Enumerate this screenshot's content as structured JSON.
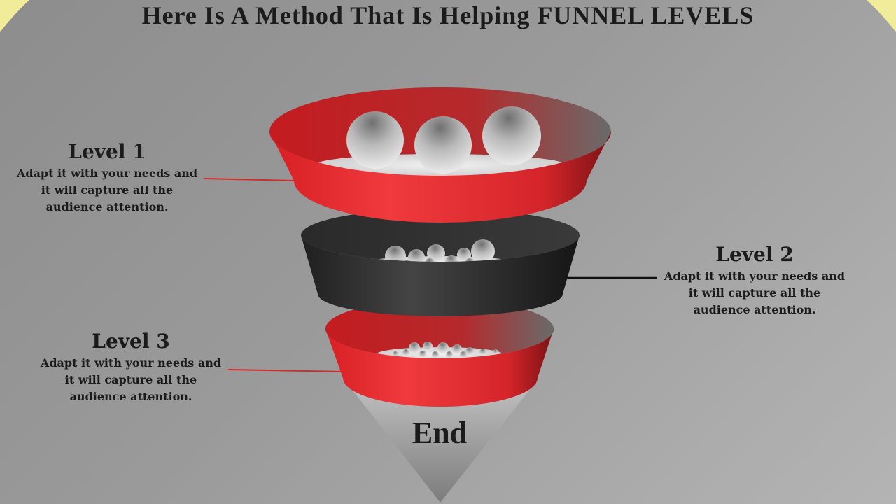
{
  "title": "Here Is A Method That Is Helping FUNNEL LEVELS",
  "colors": {
    "red": "#e8262b",
    "dark": "#2c2c2c",
    "accent_corner": "#f1ec9a",
    "background": "#9a9a9a"
  },
  "levels": [
    {
      "title": "Level 1",
      "description": "Adapt it with your needs and it will capture all the audience attention.",
      "color": "red"
    },
    {
      "title": "Level 2",
      "description": "Adapt it with your needs and it will capture all the audience attention.",
      "color": "dark"
    },
    {
      "title": "Level 3",
      "description": "Adapt it with your needs and it will capture all the audience attention.",
      "color": "red"
    }
  ],
  "end_label": "End"
}
